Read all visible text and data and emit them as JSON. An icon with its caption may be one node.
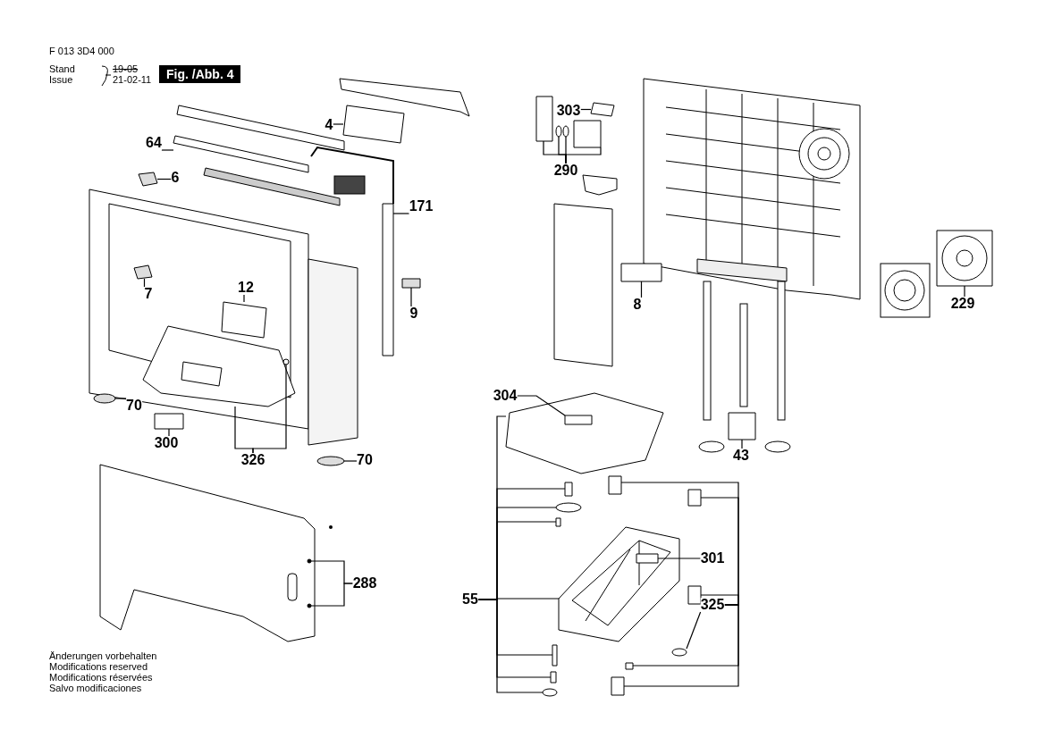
{
  "diagram": {
    "nodes": [
      {
        "text": [
          "4"
        ]
      },
      {
        "text": [
          "64"
        ]
      },
      {
        "text": [
          "6"
        ]
      },
      {
        "text": [
          "171"
        ]
      },
      {
        "text": [
          "7"
        ]
      },
      {
        "text": [
          "12"
        ]
      },
      {
        "text": [
          "9"
        ]
      },
      {
        "text": [
          "70"
        ]
      },
      {
        "text": [
          "300"
        ]
      },
      {
        "text": [
          "326"
        ]
      },
      {
        "text": [
          "70"
        ]
      },
      {
        "text": [
          "288"
        ]
      },
      {
        "text": [
          "303"
        ]
      },
      {
        "text": [
          "290"
        ]
      },
      {
        "text": [
          "8"
        ]
      },
      {
        "text": [
          "229"
        ]
      },
      {
        "text": [
          "304"
        ]
      },
      {
        "text": [
          "43"
        ]
      },
      {
        "text": [
          "301"
        ]
      },
      {
        "text": [
          "55"
        ]
      },
      {
        "text": [
          "325"
        ]
      },
      {
        "text": [],
        "shape": "box"
      },
      {
        "text": [],
        "shape": "box"
      },
      {
        "text": [],
        "shape": "box"
      },
      {
        "text": [],
        "shape": "picture"
      },
      {
        "text": [],
        "shape": "box"
      },
      {
        "text": [],
        "shape": "box"
      },
      {
        "text": [],
        "shape": "box"
      },
      {
        "text": [],
        "shape": "circle"
      },
      {
        "text": [],
        "shape": "box"
      },
      {
        "text": [],
        "shape": "picture"
      },
      {
        "text": [],
        "shape": "circle"
      },
      {
        "text": [],
        "shape": "circle"
      },
      {
        "text": [],
        "shape": "circle"
      },
      {
        "text": [],
        "shape": "circle"
      },
      {
        "text": [],
        "shape": "box"
      },
      {
        "text": [],
        "shape": "box"
      },
      {
        "text": [],
        "shape": "circle"
      },
      {
        "text": [],
        "shape": "circle"
      },
      {
        "text": [],
        "shape": "box"
      },
      {
        "text": [],
        "shape": "box"
      },
      {
        "text": [],
        "shape": "picture"
      },
      {
        "text": [],
        "shape": "box"
      },
      {
        "text": [],
        "shape": "box",
        "in": 42
      },
      {
        "text": [],
        "shape": "box"
      },
      {
        "text": [],
        "shape": "picture"
      },
      {
        "text": [],
        "shape": "box",
        "in": 45
      },
      {
        "text": [],
        "shape": "box"
      },
      {
        "text": [],
        "shape": "circle"
      },
      {
        "text": [],
        "shape": "box"
      },
      {
        "text": [],
        "shape": "box"
      },
      {
        "text": [],
        "shape": "box"
      },
      {
        "text": [],
        "shape": "circle"
      },
      {
        "text": [],
        "shape": "box"
      },
      {
        "text": [],
        "shape": "box"
      },
      {
        "text": [],
        "shape": "box"
      },
      {
        "text": [],
        "shape": "circle"
      },
      {
        "text": [],
        "shape": "box"
      },
      {
        "text": [],
        "shape": "box"
      }
    ],
    "edges": [
      {
        "from": 0,
        "to": 21,
        "arrow": "none"
      },
      {
        "from": 1,
        "to": 22,
        "arrow": "none"
      },
      {
        "from": 2,
        "to": 23,
        "arrow": "none"
      },
      {
        "from": 3,
        "to": 24,
        "arrow": "none"
      },
      {
        "from": 4,
        "to": 25,
        "arrow": "none"
      },
      {
        "from": 5,
        "to": 26,
        "arrow": "none"
      },
      {
        "from": 6,
        "to": 27,
        "arrow": "none"
      },
      {
        "from": 7,
        "to": 28,
        "arrow": "none"
      },
      {
        "from": 8,
        "to": 29,
        "arrow": "none"
      },
      {
        "from": 9,
        "to": 30,
        "arrow": "none"
      },
      {
        "from": 9,
        "to": 31,
        "arrow": "none"
      },
      {
        "from": 10,
        "to": 32,
        "arrow": "none"
      },
      {
        "from": 11,
        "to": 33,
        "arrow": "none"
      },
      {
        "from": 11,
        "to": 34,
        "arrow": "none"
      },
      {
        "from": 12,
        "to": 35,
        "arrow": "none"
      },
      {
        "from": 13,
        "to": 36,
        "arrow": "none"
      },
      {
        "from": 13,
        "to": 37,
        "arrow": "none"
      },
      {
        "from": 13,
        "to": 38,
        "arrow": "none"
      },
      {
        "from": 13,
        "to": 39,
        "arrow": "none"
      },
      {
        "from": 14,
        "to": 40,
        "arrow": "none"
      },
      {
        "from": 15,
        "to": 41,
        "arrow": "none"
      },
      {
        "from": 16,
        "to": 43,
        "arrow": "none"
      },
      {
        "from": 17,
        "to": 44,
        "arrow": "none"
      },
      {
        "from": 18,
        "to": 46,
        "arrow": "none"
      },
      {
        "from": 19,
        "to": 42,
        "arrow": "none"
      },
      {
        "from": 19,
        "to": 47,
        "arrow": "none"
      },
      {
        "from": 19,
        "to": 48,
        "arrow": "none"
      },
      {
        "from": 19,
        "to": 49,
        "arrow": "none"
      },
      {
        "from": 19,
        "to": 45,
        "arrow": "none"
      },
      {
        "from": 19,
        "to": 50,
        "arrow": "none"
      },
      {
        "from": 19,
        "to": 51,
        "arrow": "none"
      },
      {
        "from": 19,
        "to": 52,
        "arrow": "none"
      },
      {
        "from": 20,
        "to": 53,
        "arrow": "none"
      },
      {
        "from": 20,
        "to": 54,
        "arrow": "none"
      },
      {
        "from": 20,
        "to": 55,
        "arrow": "none"
      },
      {
        "from": 20,
        "to": 56,
        "arrow": "none"
      },
      {
        "from": 20,
        "to": 57,
        "arrow": "none"
      },
      {
        "from": 20,
        "to": 58,
        "arrow": "none"
      }
    ],
    "labels": [
      "F 013 3D4 000",
      "Stand",
      "Issue",
      "19-05",
      "21-02-11",
      "Fig. /Abb. 4",
      "Änderungen vorbehalten",
      "Modifications reserved",
      "Modifications réservées",
      "Salvo modificaciones"
    ]
  }
}
